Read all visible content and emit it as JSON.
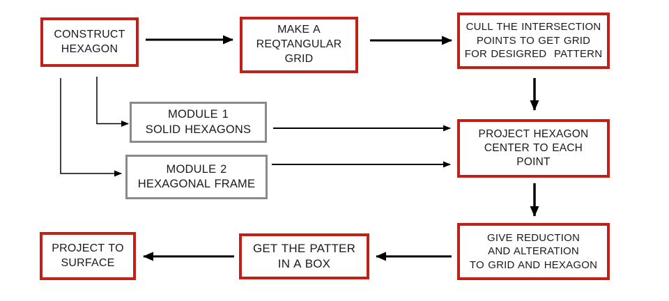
{
  "diagram": {
    "type": "flowchart",
    "colors": {
      "background": "#ffffff",
      "red_border": "#c02018",
      "gray_border": "#8a8a8a",
      "arrow": "#000000",
      "text": "#1a1a1a"
    },
    "nodes": {
      "construct_hexagon": {
        "label": "CONSTRUCT\nHEXAGON",
        "style": "red"
      },
      "make_grid": {
        "label": "MAKE A\nREQTANGULAR\nGRID",
        "style": "red"
      },
      "cull_points": {
        "label": "CULL THE INTERSECTION\nPOINTS TO GET GRID\nFOR DESIGRED  PATTERN",
        "style": "red"
      },
      "module_1": {
        "label": "MODULE 1\nSOLID HEXAGONS",
        "style": "gray"
      },
      "module_2": {
        "label": "MODULE 2\nHEXAGONAL FRAME",
        "style": "gray"
      },
      "project_hexagon": {
        "label": "PROJECT HEXAGON\nCENTER TO EACH\nPOINT",
        "style": "red"
      },
      "give_reduction": {
        "label": "GIVE REDUCTION\nAND ALTERATION\nTO GRID AND HEXAGON",
        "style": "red"
      },
      "get_patter": {
        "label": "GET THE PATTER\nIN A BOX",
        "style": "red"
      },
      "project_surface": {
        "label": "PROJECT TO\nSURFACE",
        "style": "red"
      }
    },
    "edges": [
      {
        "from": "construct_hexagon",
        "to": "make_grid"
      },
      {
        "from": "make_grid",
        "to": "cull_points"
      },
      {
        "from": "cull_points",
        "to": "project_hexagon"
      },
      {
        "from": "construct_hexagon",
        "to": "module_1"
      },
      {
        "from": "construct_hexagon",
        "to": "module_2"
      },
      {
        "from": "module_1",
        "to": "project_hexagon"
      },
      {
        "from": "module_2",
        "to": "project_hexagon"
      },
      {
        "from": "project_hexagon",
        "to": "give_reduction"
      },
      {
        "from": "give_reduction",
        "to": "get_patter"
      },
      {
        "from": "get_patter",
        "to": "project_surface"
      }
    ]
  }
}
